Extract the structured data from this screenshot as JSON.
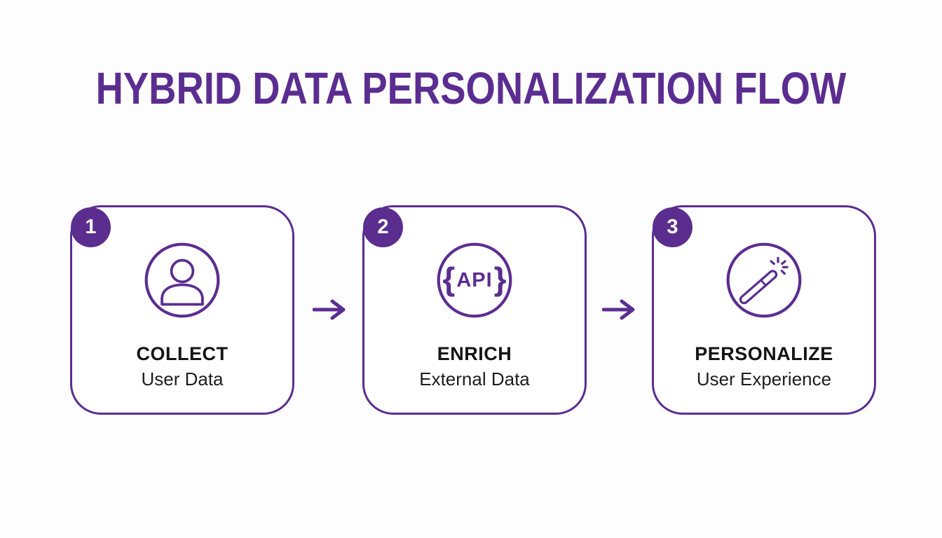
{
  "title": "HYBRID DATA PERSONALIZATION FLOW",
  "colors": {
    "accent_purple": "#5b2d90",
    "badge_fill": "#5b2d8e",
    "label_text": "#141414",
    "background": "#fdfdfd"
  },
  "steps": [
    {
      "number": "1",
      "icon": "user-icon",
      "label": "COLLECT",
      "sublabel": "User Data"
    },
    {
      "number": "2",
      "icon": "api-icon",
      "label": "ENRICH",
      "sublabel": "External Data",
      "api_brace_open": "{",
      "api_text": "API",
      "api_brace_close": "}"
    },
    {
      "number": "3",
      "icon": "magic-wand-icon",
      "label": "PERSONALIZE",
      "sublabel": "User Experience"
    }
  ],
  "arrow_glyph": "→"
}
